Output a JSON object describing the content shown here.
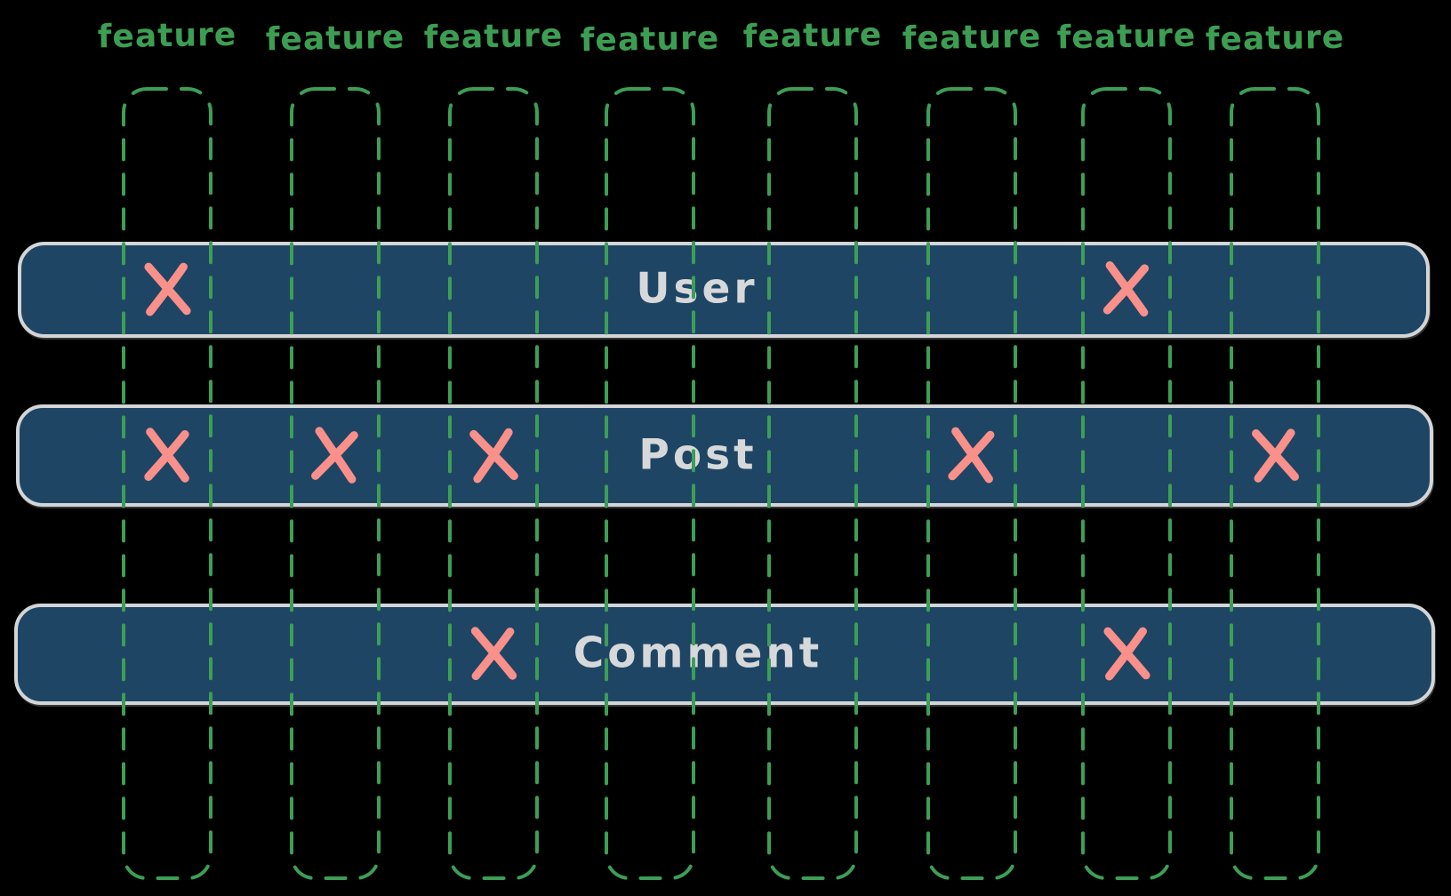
{
  "columns": {
    "labels": [
      "feature",
      "feature",
      "feature",
      "feature",
      "feature",
      "feature",
      "feature",
      "feature"
    ]
  },
  "rows": [
    {
      "label": "User",
      "marked_columns": [
        1,
        7
      ]
    },
    {
      "label": "Post",
      "marked_columns": [
        1,
        2,
        3,
        6,
        8
      ]
    },
    {
      "label": "Comment",
      "marked_columns": [
        3,
        7
      ]
    }
  ],
  "marks": {
    "icon": "x-mark-icon",
    "glyph": "✕"
  },
  "colors": {
    "background": "#000000",
    "feature_label_green": "#3c9e52",
    "column_dash_green": "#3d9e56",
    "bar_fill_navy": "#1f4565",
    "bar_border_gray": "#d3d5d7",
    "row_label_gray": "#d6d8da",
    "x_mark_salmon": "#f9908a"
  }
}
